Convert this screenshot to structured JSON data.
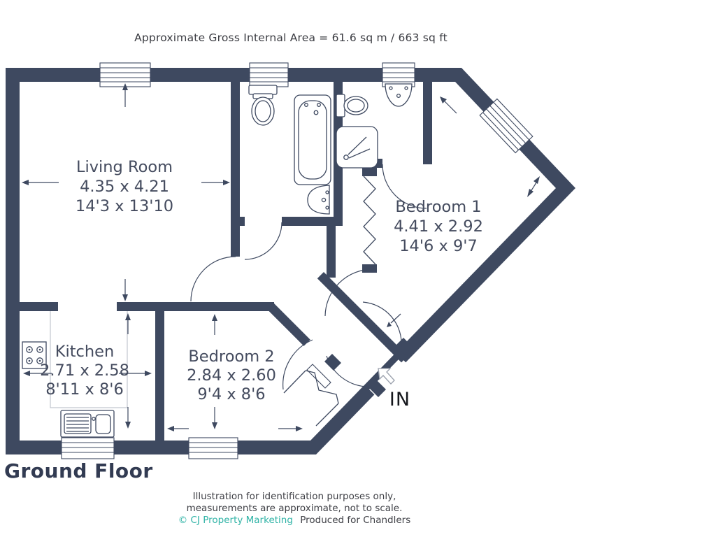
{
  "header": {
    "area_label": "Approximate Gross Internal Area = 61.6 sq m / 663 sq ft"
  },
  "plan": {
    "floor_title": "Ground Floor",
    "entrance_label": "IN",
    "rooms": [
      {
        "name": "Living Room",
        "size_metric": "4.35 x 4.21",
        "size_imperial": "14'3 x 13'10"
      },
      {
        "name": "Bedroom 1",
        "size_metric": "4.41 x 2.92",
        "size_imperial": "14'6 x 9'7"
      },
      {
        "name": "Kitchen",
        "size_metric": "2.71 x 2.58",
        "size_imperial": "8'11 x 8'6"
      },
      {
        "name": "Bedroom 2",
        "size_metric": "2.84 x 2.60",
        "size_imperial": "9'4 x 8'6"
      }
    ],
    "fixture_icons": [
      "toilet-icon",
      "bathtub-icon",
      "basin-icon",
      "shower-tray-icon",
      "hob-icon",
      "sink-drainer-icon",
      "wardrobe-zigzag-icon",
      "door-arc",
      "window-symbol",
      "entrance-arrow-icon"
    ]
  },
  "footer": {
    "disclaimer_line1": "Illustration for identification purposes only,",
    "disclaimer_line2": "measurements are approximate, not to scale.",
    "copyright": "© CJ Property Marketing",
    "produced_for": "Produced for Chandlers"
  },
  "colors": {
    "wall": "#3e4960",
    "room_text": "#454c5f",
    "accent_teal": "#2fb3a6",
    "floor_title": "#323b52",
    "body_text": "#3f4046",
    "background": "#ffffff"
  }
}
